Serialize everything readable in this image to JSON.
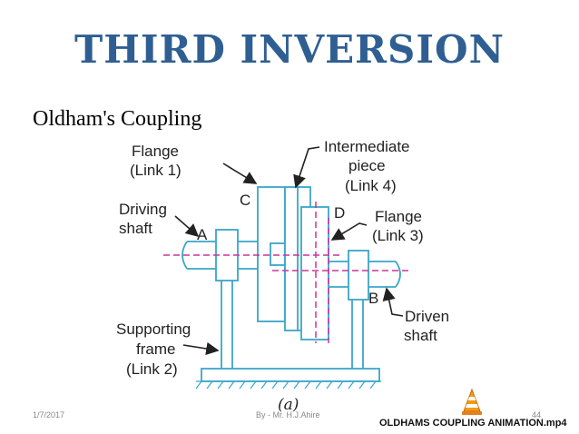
{
  "slide": {
    "title": "THIRD INVERSION",
    "subtitle": "Oldham's Coupling"
  },
  "diagram": {
    "labels": {
      "flange_1_line1": "Flange",
      "flange_1_line2": "(Link 1)",
      "intermediate_line1": "Intermediate",
      "intermediate_line2": "piece",
      "intermediate_line3": "(Link 4)",
      "point_c": "C",
      "point_d": "D",
      "point_a": "A",
      "point_b": "B",
      "driving_line1": "Driving",
      "driving_line2": "shaft",
      "flange_3_line1": "Flange",
      "flange_3_line2": "(Link 3)",
      "driven_line1": "Driven",
      "driven_line2": "shaft",
      "frame_line1": "Supporting",
      "frame_line2": "frame",
      "frame_line3": "(Link 2)",
      "figure_tag": "(a)"
    },
    "colors": {
      "part_stroke": "#3aa6c9",
      "axis_dash": "#cc3399",
      "arrow": "#222222"
    }
  },
  "footer": {
    "date": "1/7/2017",
    "author": "By - Mr. H.J.Ahire",
    "page_number": "44"
  },
  "video_link": {
    "icon": "vlc-cone-icon",
    "caption": "OLDHAMS COUPLING ANIMATION.mp4"
  }
}
